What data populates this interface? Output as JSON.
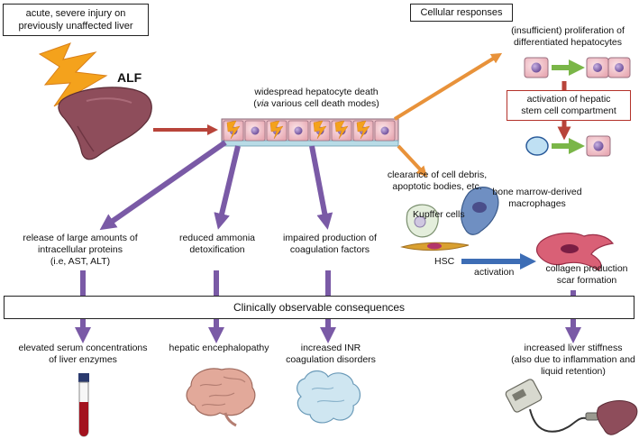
{
  "injury_box": {
    "line1": "acute, severe injury on",
    "line2": "previously unaffected liver"
  },
  "alf_label": "ALF",
  "cellular_responses_box": "Cellular responses",
  "hepatocyte_death": {
    "line1": "widespread hepatocyte death",
    "line2_italic": "via",
    "line2_rest": " various cell death modes)",
    "line2_open": "("
  },
  "proliferation": {
    "line1": "(insufficient) proliferation of",
    "line2": "differentiated hepatocytes"
  },
  "stem_cell_box": {
    "line1": "activation of hepatic",
    "line2": "stem cell compartment"
  },
  "clearance": {
    "line1": "clearance of cell debris,",
    "line2": "apoptotic bodies, etc."
  },
  "kupffer_label": "Kupffer cells",
  "macrophage_label": {
    "line1": "bone marrow-derived",
    "line2": "macrophages"
  },
  "hsc_label": "HSC",
  "activation_label": "activation",
  "collagen": {
    "line1": "collagen production",
    "line2": "scar formation"
  },
  "effects": [
    {
      "line1": "release of large amounts of",
      "line2": "intracellular proteins",
      "line3": "(i.e, AST, ALT)"
    },
    {
      "line1": "reduced ammonia",
      "line2": "detoxification"
    },
    {
      "line1": "impaired production of",
      "line2": "coagulation factors"
    }
  ],
  "consequences_bar": "Clinically observable consequences",
  "outcomes": [
    {
      "line1": "elevated serum concentrations",
      "line2": "of liver enzymes"
    },
    {
      "line1": "hepatic encephalopathy"
    },
    {
      "line1": "increased INR",
      "line2": "coagulation disorders"
    },
    {
      "line1": "increased liver stiffness",
      "line2": "(also due to inflammation and",
      "line3": "liquid retention)"
    }
  ],
  "colors": {
    "purple_arrow": "#7a5aa6",
    "orange_arrow": "#e8923a",
    "red_arrow": "#b8443a",
    "green_arrow": "#7ab648",
    "blue_arrow": "#3d6db5",
    "lightning": "#f4a21c",
    "liver": "#8e4d5b",
    "cell_fill": "#f2c9cf"
  },
  "icons": [
    "lightning-icon",
    "liver-icon",
    "hepatocyte-cell-icon",
    "stem-cell-icon",
    "kupffer-cell-icon",
    "macrophage-icon",
    "hsc-cell-icon",
    "fibroblast-icon",
    "blood-tube-icon",
    "brain-icon",
    "clot-icon",
    "fibroscan-device-icon"
  ]
}
